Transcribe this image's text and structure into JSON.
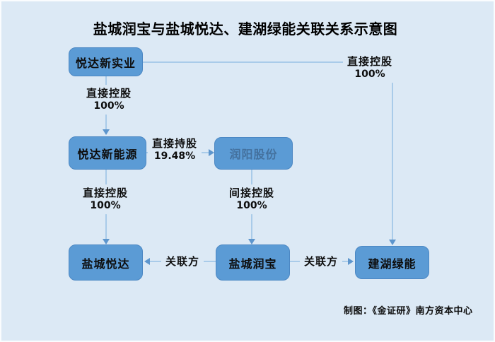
{
  "title": "盐城润宝与盐城悦达、建湖绿能关联关系示意图",
  "credit": "制图：《金证研》南方资本中心",
  "colors": {
    "background": "#dce9f5",
    "node_fill": "#5b9bd5",
    "node_border": "#4b87c3",
    "node_text": "#0d0d0d",
    "runyang_text": "#44719e",
    "connector_line": "#a9cbe9",
    "arrowhead": "#5e96cd",
    "title_color": "#000000"
  },
  "nodes": [
    {
      "id": "yueda-xinshiye",
      "label": "悦达新实业"
    },
    {
      "id": "yueda-xinnengyuan",
      "label": "悦达新能源"
    },
    {
      "id": "runyang-gufen",
      "label": "润阳股份"
    },
    {
      "id": "yancheng-yueda",
      "label": "盐城悦达"
    },
    {
      "id": "yancheng-runbao",
      "label": "盐城润宝"
    },
    {
      "id": "jianhu-lvneng",
      "label": "建湖绿能"
    }
  ],
  "edges": [
    {
      "from": "悦达新实业",
      "to": "悦达新能源",
      "relation": "直接控股",
      "value": "100%"
    },
    {
      "from": "悦达新实业",
      "to": "建湖绿能",
      "relation": "直接控股",
      "value": "100%"
    },
    {
      "from": "悦达新能源",
      "to": "润阳股份",
      "relation": "直接持股",
      "value": "19.48%"
    },
    {
      "from": "悦达新能源",
      "to": "盐城悦达",
      "relation": "直接控股",
      "value": "100%"
    },
    {
      "from": "润阳股份",
      "to": "盐城润宝",
      "relation": "间接控股",
      "value": "100%"
    },
    {
      "from": "盐城润宝",
      "to": "盐城悦达",
      "relation": "关联方",
      "value": ""
    },
    {
      "from": "盐城润宝",
      "to": "建湖绿能",
      "relation": "关联方",
      "value": ""
    }
  ]
}
